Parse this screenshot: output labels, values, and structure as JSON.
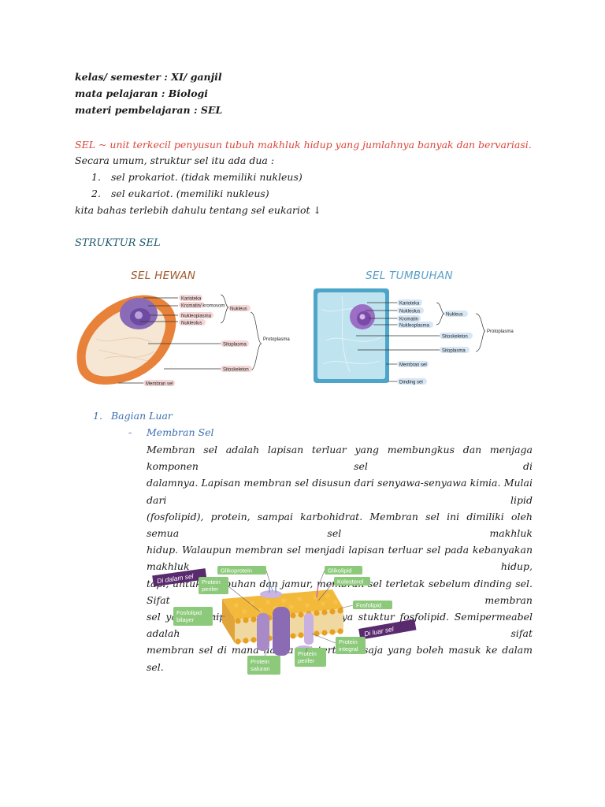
{
  "header": {
    "line1": "kelas/ semester : XI/ ganjil",
    "line2": "mata pelajaran : Biologi",
    "line3": "materi pembelajaran : SEL"
  },
  "intro": {
    "definition": "SEL ~ unit terkecil penyusun tubuh makhluk hidup yang jumlahnya banyak dan bervariasi.",
    "general": "Secara umum, struktur sel itu ada dua :",
    "items": [
      {
        "num": "1.",
        "text": "sel prokariot. (tidak memiliki nukleus)"
      },
      {
        "num": "2.",
        "text": "sel eukariot. (memiliki nukleus)"
      }
    ],
    "next": "kita bahas terlebih dahulu tentang sel eukariot ↓"
  },
  "structure": {
    "heading": "STRUKTUR SEL",
    "animal": {
      "title": "SEL HEWAN",
      "labels": [
        "Karioteka",
        "Kromatin/ kromosom",
        "Nukleoplasma",
        "Nukleolus",
        "Nukleus",
        "Sitoplasma",
        "Sitoskeleton",
        "Membran sel",
        "Protoplasma"
      ]
    },
    "plant": {
      "title": "SEL TUMBUHAN",
      "labels": [
        "Karioteka",
        "Nukleolus",
        "Kromatin",
        "Nukleoplasma",
        "Nukleus",
        "Sitoskeleton",
        "Sitoplasma",
        "Membran sel",
        "Dinding sel",
        "Protoplasma"
      ]
    }
  },
  "section1": {
    "num": "1.",
    "title": "Bagian Luar",
    "dash": "-",
    "sub": "Membran Sel",
    "paragraph": [
      "Membran sel adalah lapisan terluar yang membungkus dan menjaga komponen sel di",
      "dalamnya. Lapisan membran sel disusun dari senyawa-senyawa kimia. Mulai dari lipid",
      "(fosfolipid), protein, sampai karbohidrat. Membran sel ini dimiliki oleh semua sel makhluk",
      "hidup. Walaupun membran sel menjadi lapisan terluar sel pada kebanyakan makhluk hidup,",
      "tapi, untuk tumbuhan dan jamur, membran sel terletak sebelum dinding sel. Sifat membran",
      "sel yaitu semipermeabel karena adanya stuktur fosfolipid. Semipermeabel adalah sifat",
      "membran sel di mana hanya zat tertentu saja yang boleh masuk ke dalam sel."
    ]
  },
  "membrane": {
    "inside": "Di dalam sel",
    "outside": "Di luar sel",
    "glycoprotein": "Glikoprotein",
    "peripheral_top_1": "Protein",
    "peripheral_top_2": "perifer",
    "bilayer_1": "Fosfolipid",
    "bilayer_2": "bilayer",
    "glycolipid": "Glikolipid",
    "cholesterol": "Kolesterol",
    "phospholipid": "Fosfolipid",
    "integral_1": "Protein",
    "integral_2": "integral",
    "channel_1": "Protein",
    "channel_2": "saluran",
    "peripheral_bot_1": "Protein",
    "peripheral_bot_2": "perifer",
    "label_color": "#8cc97a",
    "banner_color": "#5a2a6e"
  }
}
